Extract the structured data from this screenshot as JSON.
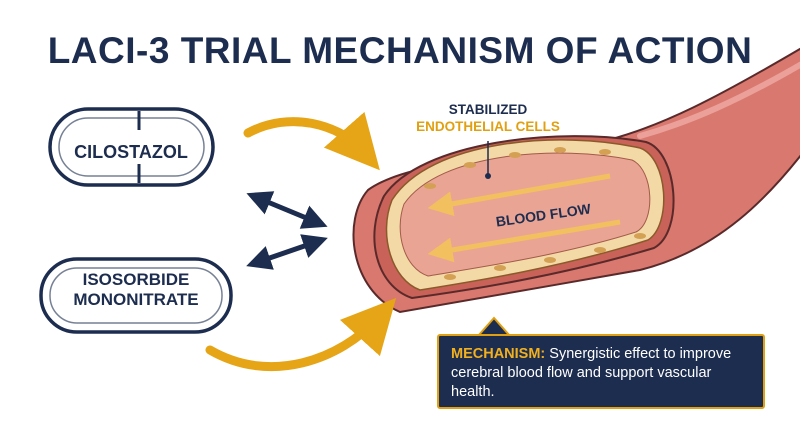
{
  "title": "LACI-3 TRIAL MECHANISM OF ACTION",
  "drugs": {
    "cilostazol": "CILOSTAZOL",
    "isosorbide_line1": "ISOSORBIDE",
    "isosorbide_line2": "MONONITRATE"
  },
  "vessel": {
    "endothelial_line1": "STABILIZED",
    "endothelial_line2": "ENDOTHELIAL CELLS",
    "blood_flow": "BLOOD FLOW"
  },
  "mechanism": {
    "label": "MECHANISM:",
    "text": "Synergistic effect to improve cerebral blood flow and support vascular health."
  },
  "colors": {
    "navy": "#1d2d4f",
    "gold": "#e0a012",
    "vessel_outer": "#d9786f",
    "vessel_lumen": "#e9a494"
  },
  "icons": [
    "pill-icon",
    "curved-arrow-icon",
    "double-arrow-icon"
  ]
}
